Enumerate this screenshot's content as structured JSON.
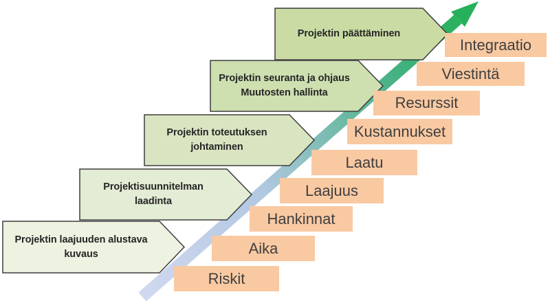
{
  "stages": [
    {
      "line1": "Projektin laajuuden alustava",
      "line2": "kuvaus"
    },
    {
      "line1": "Projektisuunnitelman",
      "line2": "laadinta"
    },
    {
      "line1": "Projektin toteutuksen",
      "line2": "johtaminen"
    },
    {
      "line1": "Projektin seuranta ja ohjaus",
      "line2": "Muutosten hallinta"
    },
    {
      "line1": "Projektin päättäminen"
    }
  ],
  "knowledge_areas": [
    "Riskit",
    "Aika",
    "Hankinnat",
    "Laajuus",
    "Laatu",
    "Kustannukset",
    "Resurssit",
    "Viestintä",
    "Integraatio"
  ],
  "colors": {
    "stage_fill_1": "#eef2e1",
    "stage_fill_2": "#e3ecd4",
    "stage_fill_3": "#d9e5c1",
    "stage_fill_4": "#cedfb0",
    "stage_fill_5": "#cadca4",
    "stage_border": "#3d3d3d",
    "area_fill": "#f9c9a2",
    "area_text": "#3f3f3f",
    "stage_text": "#262626",
    "arrow_gradient_bottom": "#d0d9f0",
    "arrow_gradient_mid_low": "#b2c8e1",
    "arrow_gradient_mid": "#7cbcb2",
    "arrow_gradient_mid_high": "#45b183",
    "arrow_gradient_top": "#2bb15d",
    "arrowhead": "#27b05b"
  }
}
